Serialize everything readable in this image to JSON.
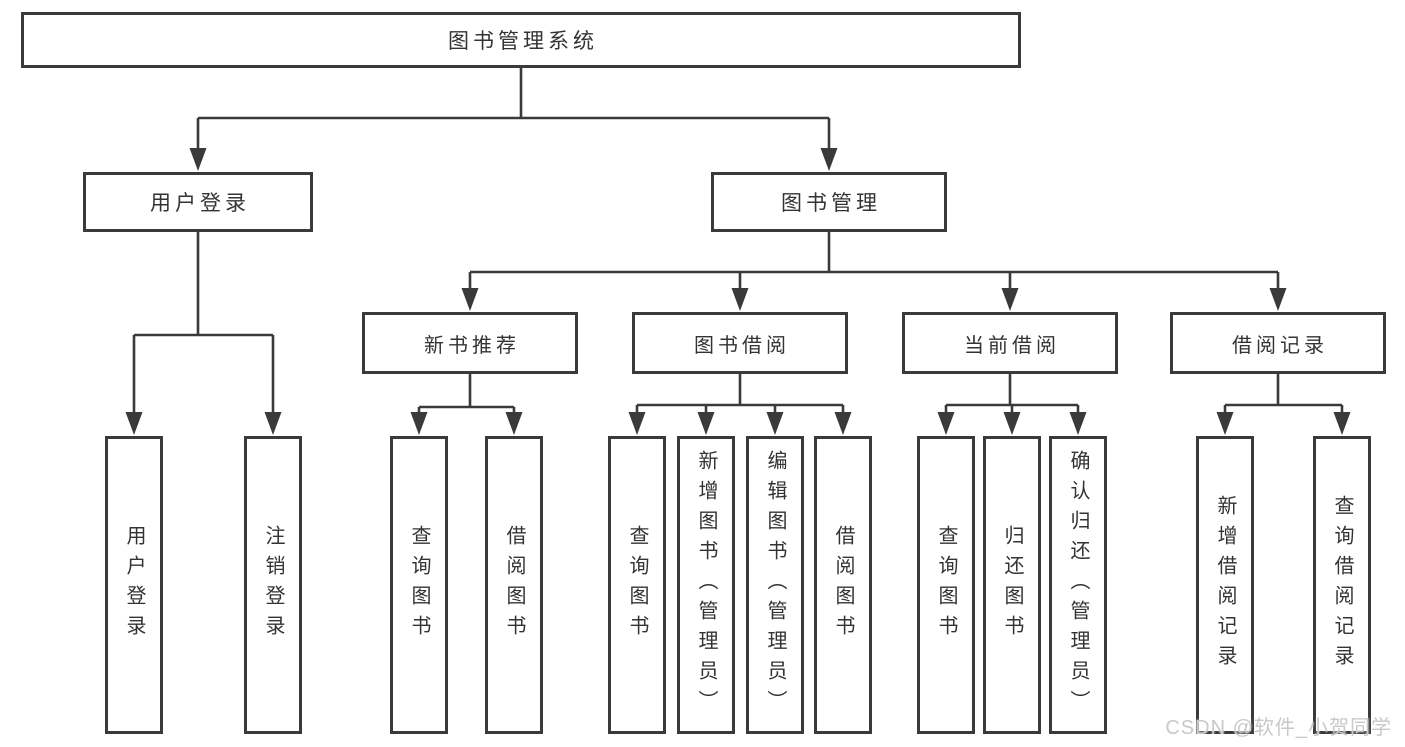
{
  "diagram": {
    "title": "图书管理系统",
    "level2": {
      "user_login": "用户登录",
      "book_mgmt": "图书管理"
    },
    "level3": {
      "new_book": "新书推荐",
      "book_borrow": "图书借阅",
      "current_borrow": "当前借阅",
      "borrow_record": "借阅记录"
    },
    "leaves": {
      "user_login_1": "用户登录",
      "user_login_2": "注销登录",
      "new_book_1": "查询图书",
      "new_book_2": "借阅图书",
      "book_borrow_1": "查询图书",
      "book_borrow_2": "新增图书（管理员）",
      "book_borrow_3": "编辑图书（管理员）",
      "book_borrow_4": "借阅图书",
      "current_borrow_1": "查询图书",
      "current_borrow_2": "归还图书",
      "current_borrow_3": "确认归还（管理员）",
      "borrow_record_1": "新增借阅记录",
      "borrow_record_2": "查询借阅记录"
    }
  },
  "watermark": "CSDN @软件_小贺同学",
  "colors": {
    "line": "#3a3a3a",
    "text": "#333333",
    "background": "#ffffff",
    "watermark": "#c9c9c9"
  }
}
